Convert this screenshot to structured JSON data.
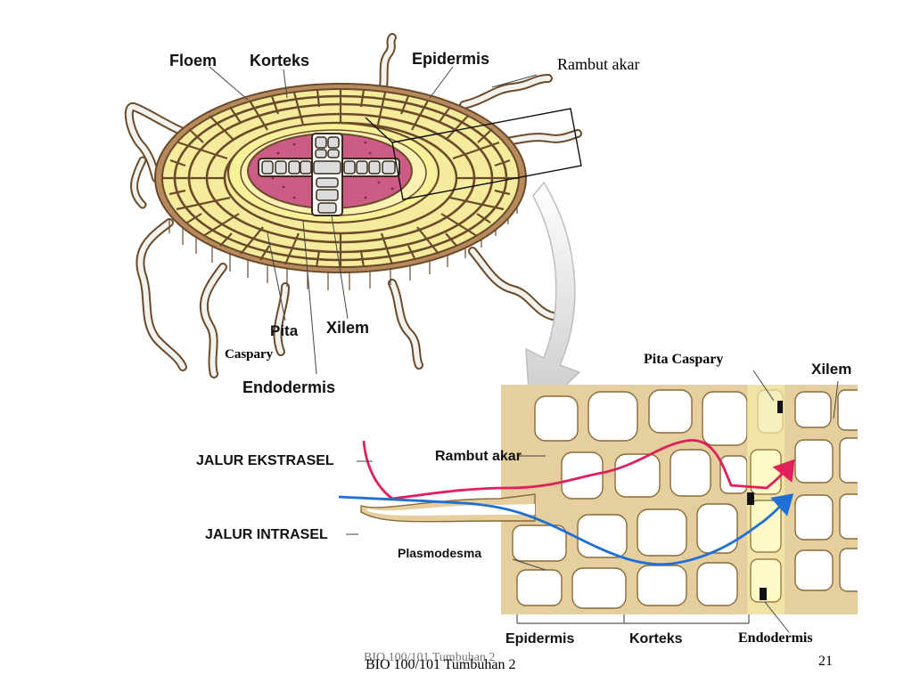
{
  "slide": {
    "footer_title": "BIO 100/101 Tumbuhan 2",
    "footer_title_ghost": "BIO 100/101 Tumbuhan 2",
    "page_number": "21"
  },
  "cross_section": {
    "labels": {
      "floem": "Floem",
      "korteks": "Korteks",
      "epidermis": "Epidermis",
      "rambut_akar": "Rambut akar",
      "pita": "Pita",
      "caspary": "Caspary",
      "xilem": "Xilem",
      "endodermis": "Endodermis"
    }
  },
  "detail": {
    "labels": {
      "pita_caspary": "Pita Caspary",
      "xilem": "Xilem",
      "jalur_ekstrasel": "JALUR EKSTRASEL",
      "rambut_akar": "Rambut akar",
      "jalur_intrasel": "JALUR INTRASEL",
      "plasmodesma": "Plasmodesma",
      "epidermis": "Epidermis",
      "korteks": "Korteks",
      "endodermis": "Endodermis"
    }
  },
  "colors": {
    "cortex_fill": "#f4ec9c",
    "cell_wall": "#6b4a2a",
    "stele_fill": "#cc5b86",
    "extracellular_path": "#e0205a",
    "intracellular_path": "#1f6fd6",
    "detail_wall": "#e6cf9e",
    "caspary_band": "#111111"
  }
}
